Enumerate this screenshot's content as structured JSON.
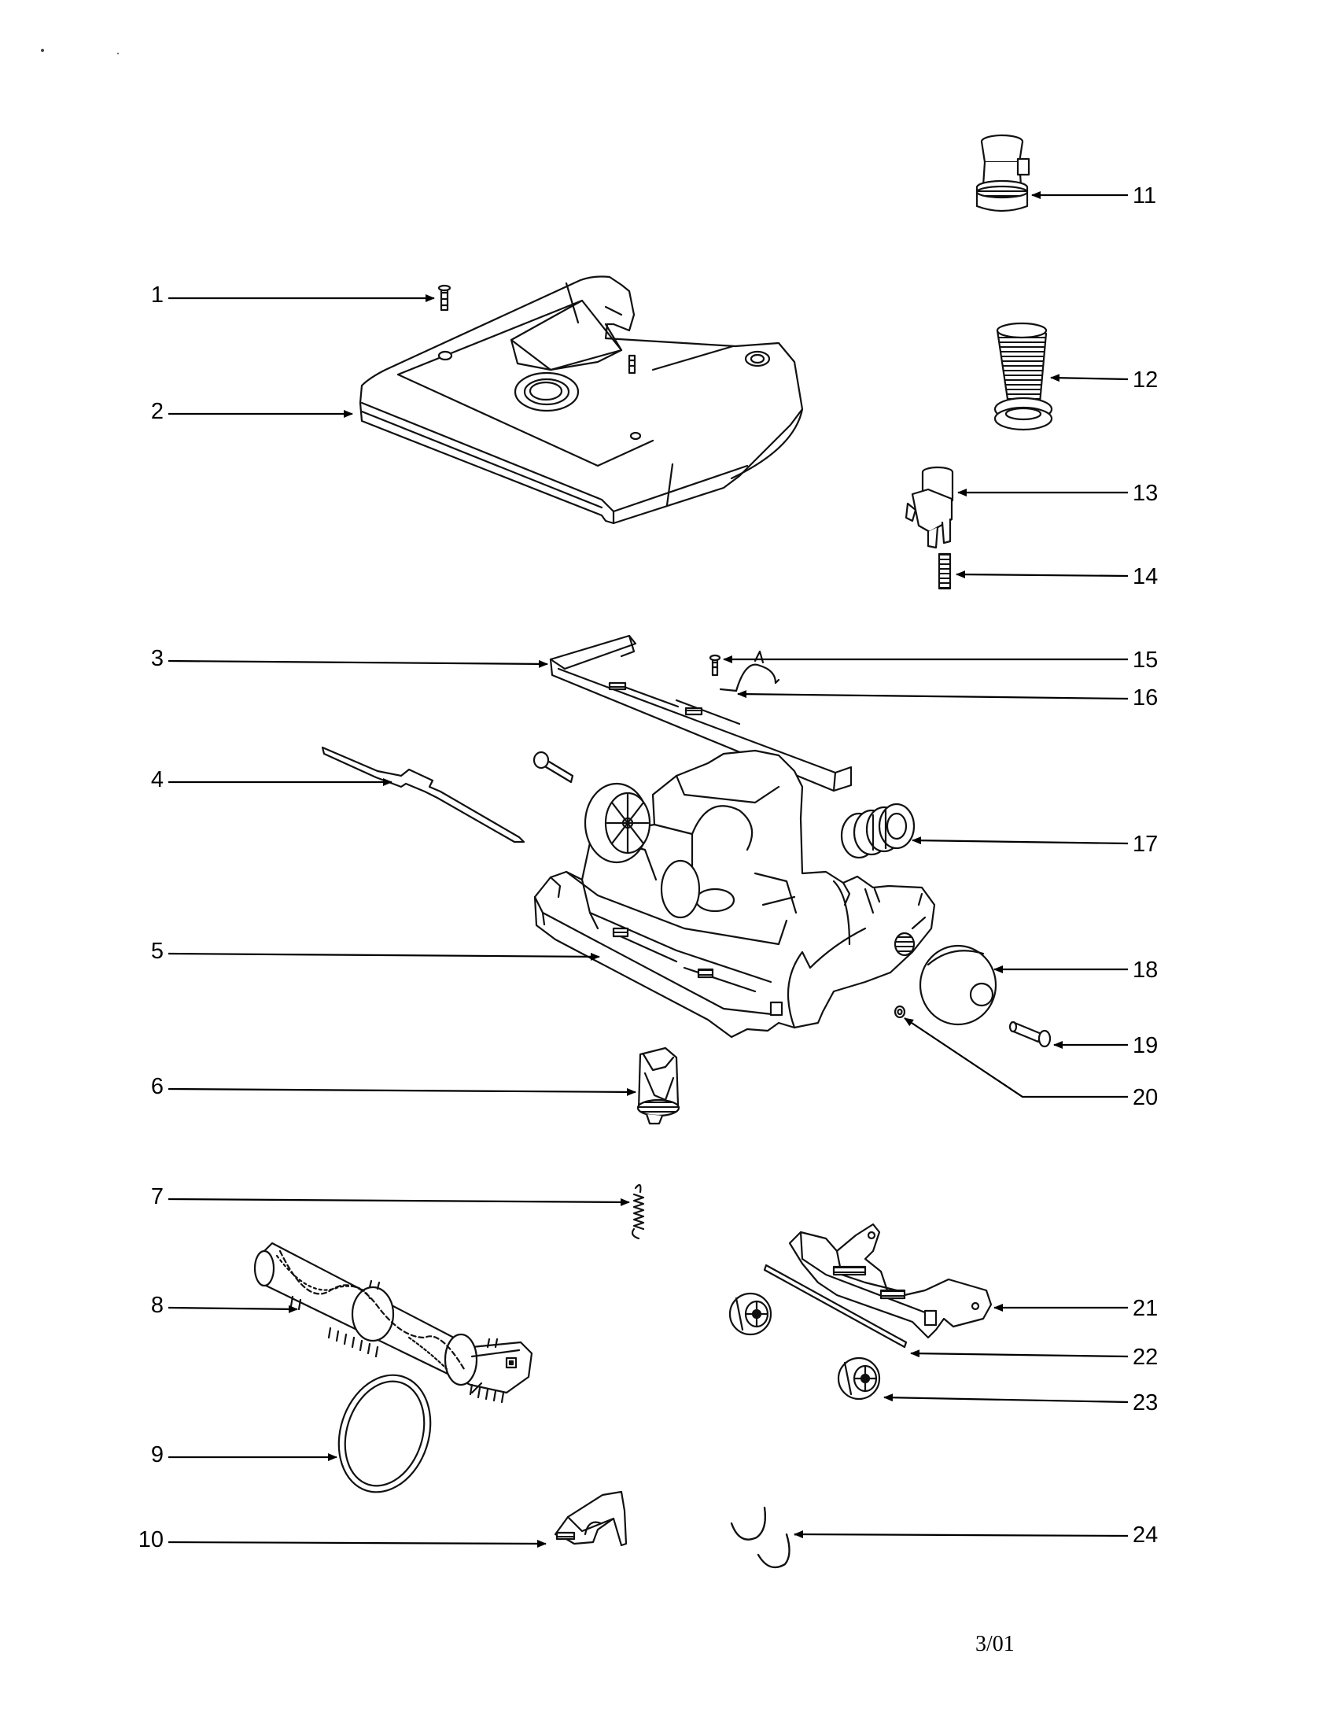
{
  "callouts": [
    {
      "id": "1",
      "label": "1"
    },
    {
      "id": "2",
      "label": "2"
    },
    {
      "id": "3",
      "label": "3"
    },
    {
      "id": "4",
      "label": "4"
    },
    {
      "id": "5",
      "label": "5"
    },
    {
      "id": "6",
      "label": "6"
    },
    {
      "id": "7",
      "label": "7"
    },
    {
      "id": "8",
      "label": "8"
    },
    {
      "id": "9",
      "label": "9"
    },
    {
      "id": "10",
      "label": "10"
    },
    {
      "id": "11",
      "label": "11"
    },
    {
      "id": "12",
      "label": "12"
    },
    {
      "id": "13",
      "label": "13"
    },
    {
      "id": "14",
      "label": "14"
    },
    {
      "id": "15",
      "label": "15"
    },
    {
      "id": "16",
      "label": "16"
    },
    {
      "id": "17",
      "label": "17"
    },
    {
      "id": "18",
      "label": "18"
    },
    {
      "id": "19",
      "label": "19"
    },
    {
      "id": "20",
      "label": "20"
    },
    {
      "id": "21",
      "label": "21"
    },
    {
      "id": "22",
      "label": "22"
    },
    {
      "id": "23",
      "label": "23"
    },
    {
      "id": "24",
      "label": "24"
    }
  ],
  "footer": {
    "date": "3/01"
  },
  "colors": {
    "ink": "#111111",
    "paper": "#ffffff",
    "shade": "#d9d9d9"
  }
}
